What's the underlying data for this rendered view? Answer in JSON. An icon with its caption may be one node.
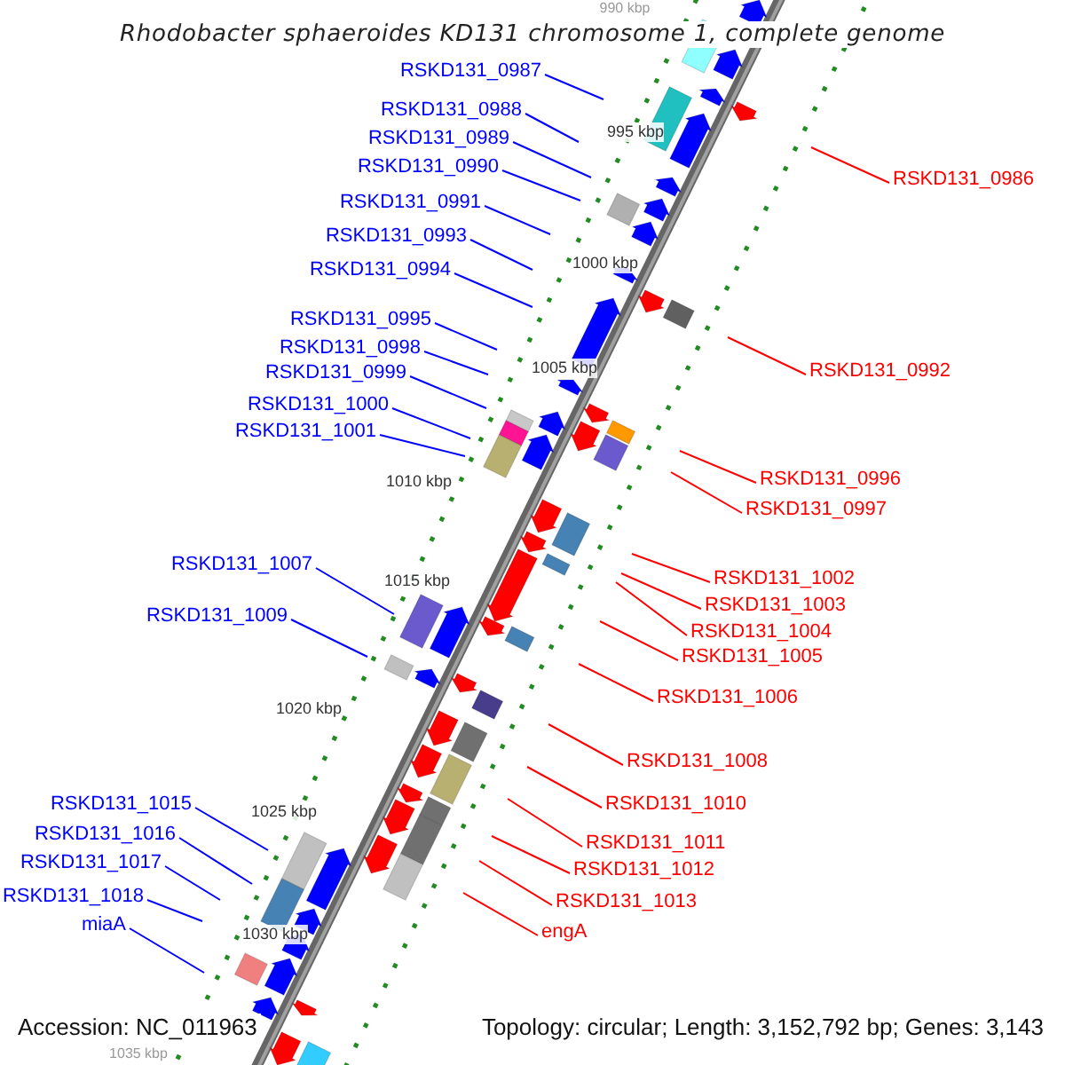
{
  "diagram": {
    "title": "Rhodobacter sphaeroides KD131 chromosome 1, complete genome",
    "nodes": [
      {
        "text": [
          "RSKD131_0987"
        ]
      },
      {
        "text": [
          "RSKD131_0988"
        ]
      },
      {
        "text": [
          "RSKD131_0989"
        ]
      },
      {
        "text": [
          "RSKD131_0990"
        ]
      },
      {
        "text": [
          "RSKD131_0986"
        ]
      },
      {
        "text": [
          "RSKD131_0991"
        ]
      },
      {
        "text": [
          "RSKD131_0993"
        ]
      },
      {
        "text": [
          "RSKD131_0994"
        ]
      },
      {
        "text": [
          "RSKD131_0995"
        ]
      },
      {
        "text": [
          "RSKD131_0998"
        ]
      },
      {
        "text": [
          "RSKD131_0992"
        ]
      },
      {
        "text": [
          "RSKD131_0999"
        ]
      },
      {
        "text": [
          "RSKD131_1000"
        ]
      },
      {
        "text": [
          "RSKD131_1001"
        ]
      },
      {
        "text": [
          "RSKD131_0996"
        ]
      },
      {
        "text": [
          "RSKD131_0997"
        ]
      },
      {
        "text": [
          "RSKD131_1007"
        ]
      },
      {
        "text": [
          "RSKD131_1002"
        ]
      },
      {
        "text": [
          "RSKD131_1003"
        ]
      },
      {
        "text": [
          "RSKD131_1009"
        ]
      },
      {
        "text": [
          "RSKD131_1004"
        ]
      },
      {
        "text": [
          "RSKD131_1005"
        ]
      },
      {
        "text": [
          "RSKD131_1006"
        ]
      },
      {
        "text": [
          "RSKD131_1008"
        ]
      },
      {
        "text": [
          "RSKD131_1015"
        ]
      },
      {
        "text": [
          "RSKD131_1010"
        ]
      },
      {
        "text": [
          "RSKD131_1016"
        ]
      },
      {
        "text": [
          "RSKD131_1011"
        ]
      },
      {
        "text": [
          "RSKD131_1017"
        ]
      },
      {
        "text": [
          "RSKD131_1012"
        ]
      },
      {
        "text": [
          "RSKD131_1018"
        ]
      },
      {
        "text": [
          "RSKD131_1013"
        ]
      },
      {
        "text": [
          "miaA"
        ]
      },
      {
        "text": [
          "engA"
        ]
      }
    ],
    "edges": [
      {
        "from": 0,
        "to": null,
        "arrow": "none"
      },
      {
        "from": 1,
        "to": null,
        "arrow": "none"
      },
      {
        "from": 2,
        "to": null,
        "arrow": "none"
      },
      {
        "from": 3,
        "to": null,
        "arrow": "none"
      },
      {
        "from": 4,
        "to": null,
        "arrow": "none",
        "color": "#ff0000"
      },
      {
        "from": 5,
        "to": null,
        "arrow": "none"
      },
      {
        "from": 6,
        "to": null,
        "arrow": "none"
      },
      {
        "from": 7,
        "to": null,
        "arrow": "none"
      },
      {
        "from": 8,
        "to": null,
        "arrow": "none"
      },
      {
        "from": 9,
        "to": null,
        "arrow": "none"
      },
      {
        "from": 10,
        "to": null,
        "arrow": "none",
        "color": "#ff0000"
      },
      {
        "from": 11,
        "to": null,
        "arrow": "none"
      },
      {
        "from": 12,
        "to": null,
        "arrow": "none"
      },
      {
        "from": 13,
        "to": null,
        "arrow": "none"
      },
      {
        "from": 14,
        "to": null,
        "arrow": "none",
        "color": "#ff0000"
      },
      {
        "from": 15,
        "to": null,
        "arrow": "none",
        "color": "#ff0000"
      },
      {
        "from": 16,
        "to": null,
        "arrow": "none"
      },
      {
        "from": 17,
        "to": null,
        "arrow": "none",
        "color": "#ff0000"
      },
      {
        "from": 18,
        "to": null,
        "arrow": "none",
        "color": "#ff0000"
      },
      {
        "from": 19,
        "to": null,
        "arrow": "none"
      },
      {
        "from": 20,
        "to": null,
        "arrow": "none",
        "color": "#ff0000"
      },
      {
        "from": 21,
        "to": null,
        "arrow": "none",
        "color": "#ff0000"
      },
      {
        "from": 22,
        "to": null,
        "arrow": "none",
        "color": "#ff0000"
      },
      {
        "from": 23,
        "to": null,
        "arrow": "none",
        "color": "#ff0000"
      },
      {
        "from": 24,
        "to": null,
        "arrow": "none"
      },
      {
        "from": 25,
        "to": null,
        "arrow": "none",
        "color": "#ff0000"
      },
      {
        "from": 26,
        "to": null,
        "arrow": "none"
      },
      {
        "from": 27,
        "to": null,
        "arrow": "none",
        "color": "#ff0000"
      },
      {
        "from": 28,
        "to": null,
        "arrow": "none"
      },
      {
        "from": 29,
        "to": null,
        "arrow": "none",
        "color": "#ff0000"
      },
      {
        "from": 30,
        "to": null,
        "arrow": "none"
      },
      {
        "from": 31,
        "to": null,
        "arrow": "none",
        "color": "#ff0000"
      },
      {
        "from": 32,
        "to": null,
        "arrow": "none"
      },
      {
        "from": 33,
        "to": null,
        "arrow": "none",
        "color": "#ff0000"
      }
    ],
    "labels": [
      "990 kbp",
      "995 kbp",
      "1000 kbp",
      "1005 kbp",
      "1010 kbp",
      "1015 kbp",
      "1020 kbp",
      "1025 kbp",
      "1030 kbp",
      "1035 kbp",
      "Accession: NC_011963",
      "Topology: circular; Length: 3,152,792 bp; Genes: 3,143"
    ]
  }
}
